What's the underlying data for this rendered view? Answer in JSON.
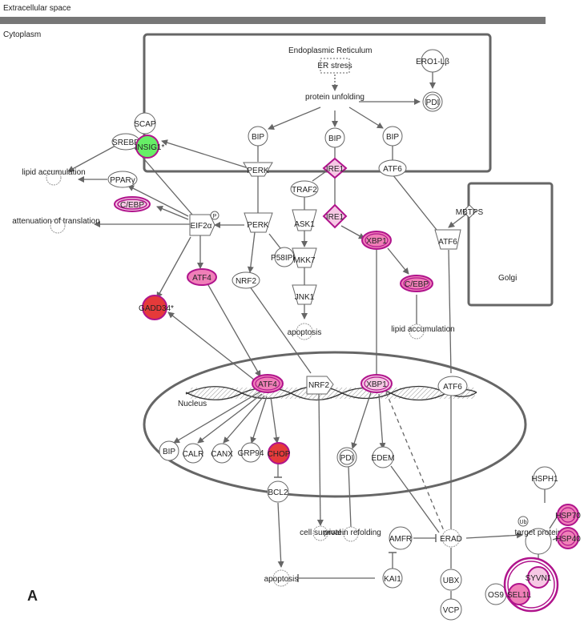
{
  "regions": {
    "extracellular": "Extracellular space",
    "cytoplasm": "Cytoplasm",
    "er": "Endoplasmic Reticulum",
    "golgi": "Golgi",
    "nucleus": "Nucleus"
  },
  "panel_letter": "A",
  "colors": {
    "magenta_border": "#b0148c",
    "pink_light": "#f6c8e4",
    "pink_mid": "#f07fb8",
    "red_dark": "#e53a3a",
    "red_med": "#f05a5a",
    "green": "#66ee66",
    "edge": "#666666",
    "box": "#666666"
  },
  "nodes": {
    "er_stress": "ER stress",
    "ero1": "ERO1-Lβ",
    "protein_unfolding": "protein unfolding",
    "pdi_er": "PDI",
    "scap": "SCAP",
    "srebp": "SREBP",
    "insig1": "INSIG1*",
    "bip1": "BIP",
    "bip2": "BIP",
    "bip3": "BIP",
    "perk_er": "PERK",
    "ire1_er": "IRE1",
    "atf6_er": "ATF6",
    "lipid_acc1": "lipid accumulation",
    "ppar": "PPARγ",
    "cebp1": "C/EBP",
    "atten": "attenuation of translation",
    "eif2a": "EIF2α",
    "p_badge": "P",
    "perk_cyt": "PERK",
    "p58ipk": "P58IPK",
    "traf2": "TRAF2",
    "ask1": "ASK1",
    "mkk7": "MKK7",
    "jnk1": "JNK1",
    "apoptosis1": "apoptosis",
    "ire1_cyt": "IRE1",
    "xbp1_cyt": "XBP1",
    "cebp2": "C/EBP",
    "lipid_acc2": "lipid accumulation",
    "mbtps": "MBTPS",
    "atf6_cyt": "ATF6",
    "atf4_cyt": "ATF4",
    "gadd34": "GADD34*",
    "nrf2_cyt": "NRF2",
    "atf4_nuc": "ATF4",
    "nrf2_nuc": "NRF2",
    "xbp1_nuc": "XBP1",
    "atf6_nuc": "ATF6",
    "bip_nuc": "BIP",
    "calr": "CALR",
    "canx": "CANX",
    "grp94": "GRP94",
    "chop": "CHOP",
    "pdi_nuc": "PDI",
    "edem": "EDEM",
    "bcl2": "BCL2",
    "cell_survival": "cell survival",
    "protein_refolding": "protein refolding",
    "amfr": "AMFR",
    "erad": "ERAD",
    "target_protein": "target protein",
    "ub": "Ub",
    "hsph1": "HSPH1",
    "hsp70": "HSP70",
    "hsp40": "HSP40",
    "apoptosis2": "apoptosis",
    "kai1": "KAI1",
    "ubx": "UBX",
    "vcp": "VCP",
    "syvn1": "SYVN1",
    "sel1l": "SEL1L",
    "os9": "OS9"
  }
}
